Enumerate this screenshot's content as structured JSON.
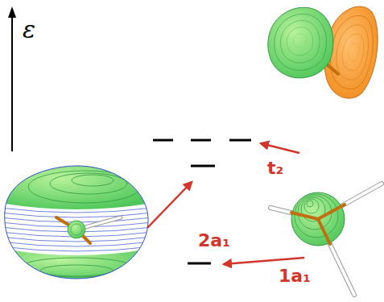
{
  "diagram": {
    "labels": [
      "ε",
      "t₂",
      "2a₁",
      "1a₁"
    ]
  }
}
